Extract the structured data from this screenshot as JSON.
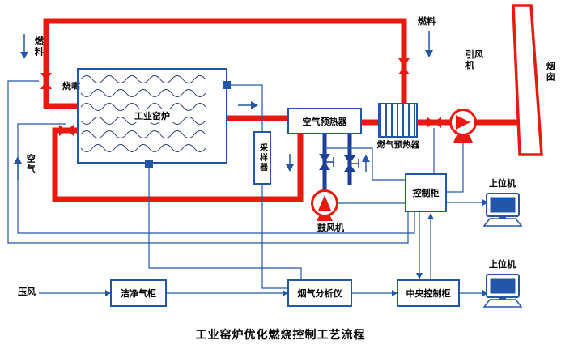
{
  "title": "工业窑炉优化燃烧控制工艺流程",
  "labels": {
    "fuel_left": "燃料",
    "burner": "烧嘴",
    "air": "空气",
    "furnace": "工业窑炉",
    "sampler": "采样器",
    "air_preheater": "空气预热器",
    "gas_preheater": "燃气预热器",
    "fuel_right": "燃料",
    "induced_fan": "引风机",
    "chimney": "烟囱",
    "blower": "鼓风机",
    "control_cabinet": "控制柜",
    "host_top": "上位机",
    "host_bottom": "上位机",
    "compressed_air": "压风",
    "clean_gas_cabinet": "洁净气柜",
    "flue_gas_analyzer": "烟气分析仪",
    "central_control_cabinet": "中央控制柜"
  },
  "icons": {
    "valve": "bowtie-valve",
    "fan": "circle-with-triangle",
    "computer": "monitor-and-keyboard",
    "chimney": "tapered-stack"
  },
  "colors": {
    "pipe_red": "#e8190f",
    "equipment_blue": "#2456a8",
    "thick_blue": "#1d3e99",
    "text": "#000000"
  }
}
